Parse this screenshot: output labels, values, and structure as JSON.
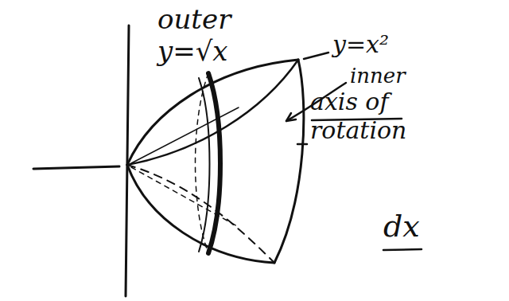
{
  "diagram": {
    "labels": [
      "outer",
      "y=√x",
      "y=x²",
      "inner",
      "axis of rotation",
      "dx"
    ]
  }
}
